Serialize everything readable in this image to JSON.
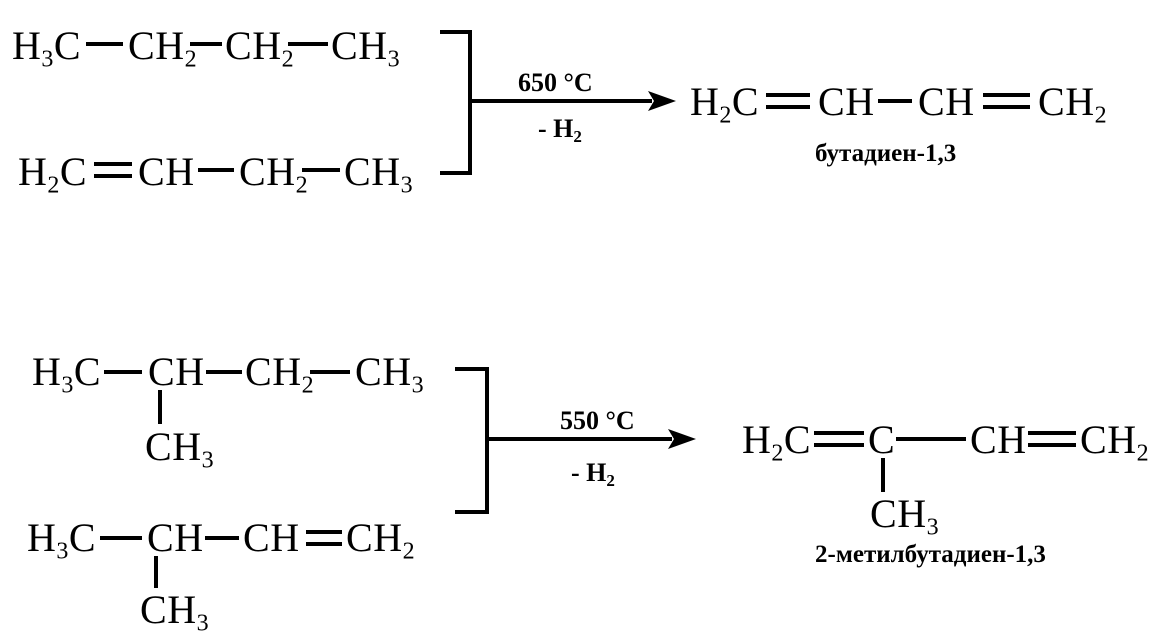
{
  "reaction1": {
    "reactant1": [
      "H3C",
      "CH2",
      "CH2",
      "CH3"
    ],
    "reactant2": [
      "H2C",
      "CH",
      "CH2",
      "CH3"
    ],
    "condition_top": "650 °C",
    "condition_bottom": "- H2",
    "product": [
      "H2C",
      "CH",
      "CH",
      "CH2"
    ],
    "product_name": "бутадиен-1,3"
  },
  "reaction2": {
    "reactant1": [
      "H3C",
      "CH",
      "CH2",
      "CH3"
    ],
    "reactant1_branch": "CH3",
    "reactant2": [
      "H3C",
      "CH",
      "CH",
      "CH2"
    ],
    "reactant2_branch": "CH3",
    "condition_top": "550 °C",
    "condition_bottom": "- H2",
    "product": [
      "H2C",
      "C",
      "CH",
      "CH2"
    ],
    "product_branch": "CH3",
    "product_name": "2-метилбутадиен-1,3"
  }
}
